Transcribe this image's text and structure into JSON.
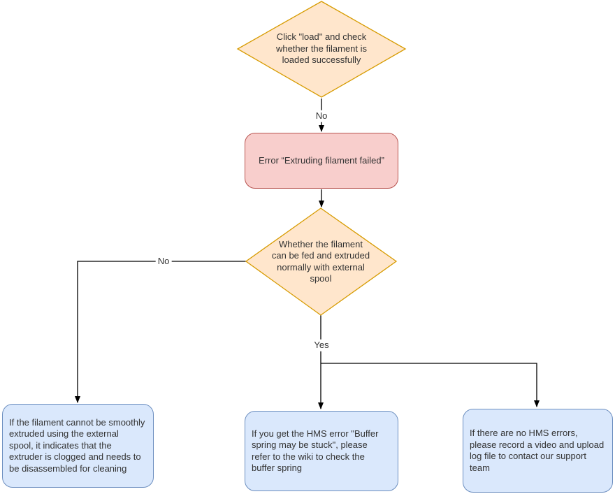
{
  "palette": {
    "decision_fill": "#FFE6CC",
    "decision_stroke": "#D79B00",
    "error_fill": "#F8CECC",
    "error_stroke": "#B85450",
    "result_fill": "#DAE8FC",
    "result_stroke": "#6C8EBF",
    "edge_color": "#000000",
    "text_color": "#333333",
    "background": "#FFFFFF"
  },
  "nodes": {
    "check_load": {
      "type": "decision",
      "label": "Click \"load\" and check\nwhether the filament is\nloaded successfully"
    },
    "error_extruding": {
      "type": "error",
      "label": "Error “Extruding filament failed”"
    },
    "external_spool": {
      "type": "decision",
      "label": "Whether the filament\ncan be fed and extruded\nnormally with external\nspool"
    },
    "clogged_result": {
      "type": "result",
      "label": "If the filament cannot be smoothly\nextruded using the external\nspool, it indicates that the\nextruder is clogged and needs to\nbe disassembled for cleaning"
    },
    "buffer_spring_result": {
      "type": "result",
      "label": "If you get the HMS error \"Buffer\nspring may be stuck\", please\nrefer to the wiki to check the\nbuffer spring"
    },
    "support_result": {
      "type": "result",
      "label": "If there are no HMS errors,\nplease record a video and upload\nlog file to contact our support\nteam"
    }
  },
  "edges": {
    "no_to_error": {
      "label": "No"
    },
    "no_to_clogged": {
      "label": "No"
    },
    "yes_branch": {
      "label": "Yes"
    }
  }
}
